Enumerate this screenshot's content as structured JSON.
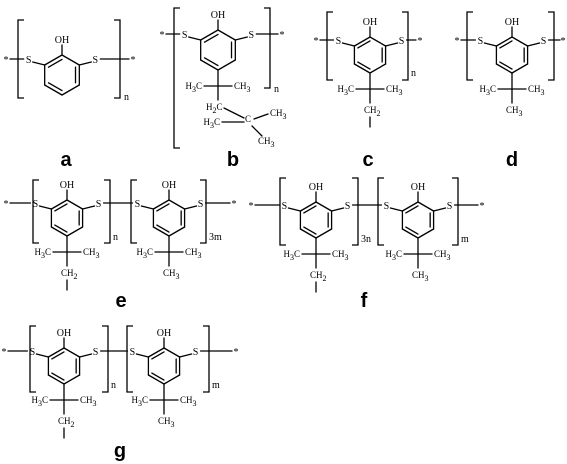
{
  "atoms": {
    "hydroxyl": "OH",
    "sulfur": "S",
    "end_group": "*",
    "methyl": "CH",
    "methyl_sub": "3",
    "methylene": "CH",
    "methylene_sub": "2",
    "methyl_left": "H",
    "methyl_left_c": "C",
    "quaternary_c": "C"
  },
  "panels": [
    {
      "label": "a",
      "subscripts": [
        "n"
      ]
    },
    {
      "label": "b",
      "subscripts": [
        "n"
      ]
    },
    {
      "label": "c",
      "subscripts": [
        "n"
      ]
    },
    {
      "label": "d",
      "subscripts": []
    },
    {
      "label": "e",
      "subscripts": [
        "n",
        "3m"
      ]
    },
    {
      "label": "f",
      "subscripts": [
        "3n",
        "m"
      ]
    },
    {
      "label": "g",
      "subscripts": [
        "n",
        "m"
      ]
    }
  ]
}
